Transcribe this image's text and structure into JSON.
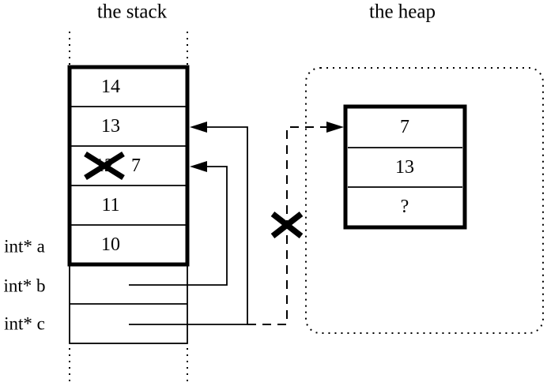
{
  "titles": {
    "stack": "the stack",
    "heap": "the heap"
  },
  "stack": {
    "cells": [
      {
        "value": "14"
      },
      {
        "value": "13"
      },
      {
        "old_value": "12",
        "new_value": "7",
        "crossed_out": true
      },
      {
        "value": "11"
      },
      {
        "value": "10"
      }
    ],
    "pointer_labels": [
      {
        "label": "int* a"
      },
      {
        "label": "int* b"
      },
      {
        "label": "int* c"
      }
    ]
  },
  "heap": {
    "cells": [
      {
        "value": "7"
      },
      {
        "value": "13"
      },
      {
        "value": "?"
      }
    ]
  },
  "icons": {
    "stack_value_cross_out": "x-mark",
    "dangling_pointer_cross_out": "x-mark",
    "stack_pointer_arrowheads": "arrowhead-left",
    "heap_pointer_arrowhead": "arrowhead-right"
  },
  "colors": {
    "ink": "#000000",
    "background": "#ffffff"
  }
}
